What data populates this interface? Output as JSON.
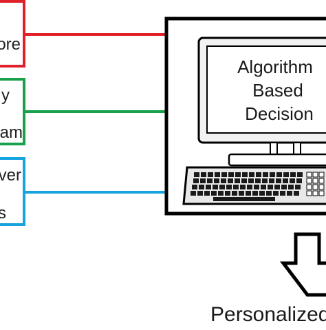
{
  "inputs": [
    {
      "lines": [
        "ore"
      ],
      "color": "#e0212a"
    },
    {
      "lines": [
        "y",
        "am"
      ],
      "color": "#18a14a"
    },
    {
      "lines": [
        "ver",
        "s"
      ],
      "color": "#17a3dd"
    }
  ],
  "computer": {
    "screen_lines": [
      "Algorithm",
      "Based",
      "Decision"
    ],
    "frame_color": "#000000"
  },
  "output": {
    "label": "Personalized"
  }
}
